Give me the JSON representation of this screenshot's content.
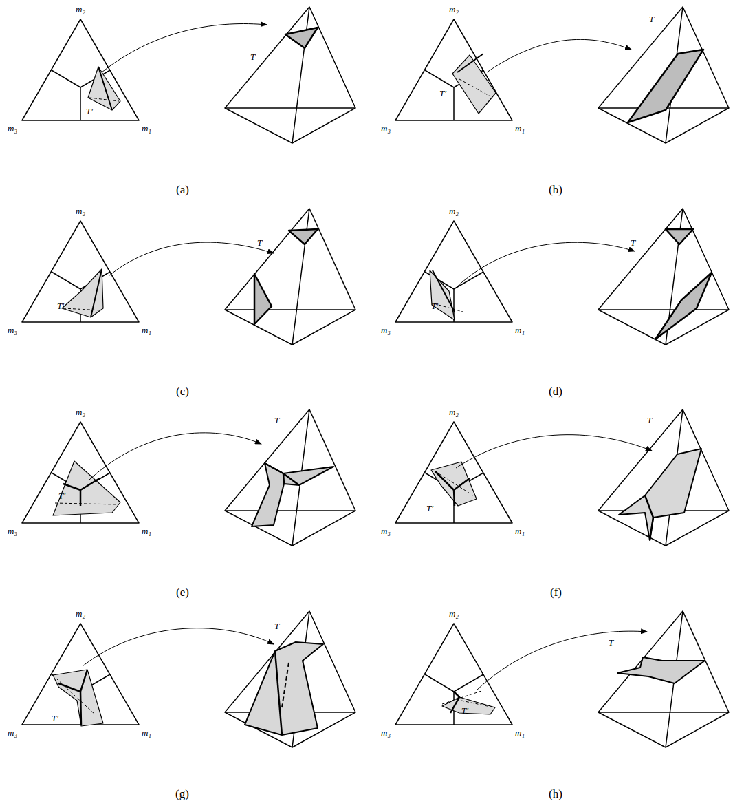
{
  "diagram": {
    "labels": [
      "m₂",
      "m₃",
      "m₁",
      "T′",
      "T",
      "(a)",
      "m₂",
      "m₃",
      "m₁",
      "T′",
      "T",
      "(b)",
      "m₂",
      "m₃",
      "m₁",
      "T′",
      "T",
      "(c)",
      "m₂",
      "m₃",
      "m₁",
      "T′",
      "T",
      "(d)",
      "m₂",
      "m₃",
      "m₁",
      "T′",
      "T",
      "(e)",
      "m₂",
      "m₃",
      "m₁",
      "T′",
      "T",
      "(f)",
      "m₂",
      "m₃",
      "m₁",
      "T′",
      "T",
      "(g)",
      "m₂",
      "m₃",
      "m₁",
      "T′",
      "T",
      "(h)"
    ]
  }
}
